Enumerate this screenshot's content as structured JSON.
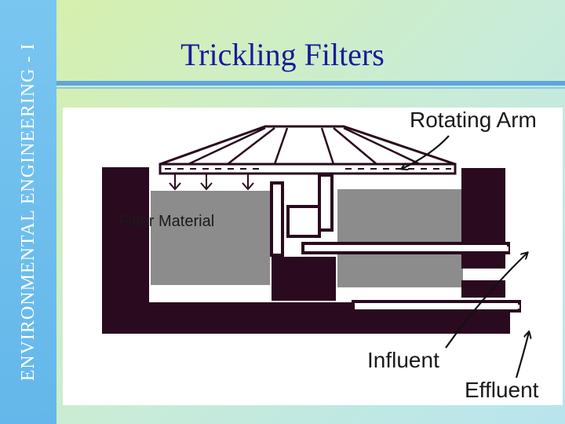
{
  "slide": {
    "side_title": "ENVIRONMENTAL ENGINEERING - I",
    "title": "Trickling Filters"
  },
  "diagram": {
    "labels": {
      "rotating_arm": "Rotating Arm",
      "filter_material": "Filter Material",
      "influent": "Influent",
      "effluent": "Effluent"
    }
  },
  "colors": {
    "tank_wall": "#2a0a1e",
    "filter_media": "#8c8c8c",
    "title_text": "#1a1a9a",
    "side_band": "#6bbdee"
  }
}
